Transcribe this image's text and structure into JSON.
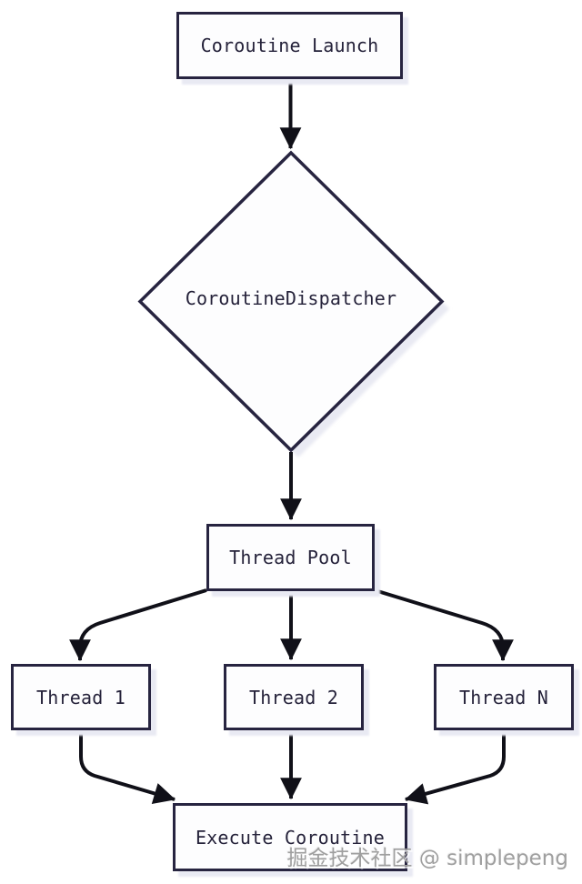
{
  "diagram": {
    "type": "flowchart",
    "nodes": {
      "coroutine_launch": {
        "label": "Coroutine Launch",
        "shape": "rectangle"
      },
      "coroutine_dispatcher": {
        "label": "CoroutineDispatcher",
        "shape": "diamond"
      },
      "thread_pool": {
        "label": "Thread Pool",
        "shape": "rectangle"
      },
      "thread_1": {
        "label": "Thread 1",
        "shape": "rectangle"
      },
      "thread_2": {
        "label": "Thread 2",
        "shape": "rectangle"
      },
      "thread_n": {
        "label": "Thread N",
        "shape": "rectangle"
      },
      "execute_coroutine": {
        "label": "Execute Coroutine",
        "shape": "rectangle"
      }
    },
    "edges": [
      {
        "from": "coroutine_launch",
        "to": "coroutine_dispatcher"
      },
      {
        "from": "coroutine_dispatcher",
        "to": "thread_pool"
      },
      {
        "from": "thread_pool",
        "to": "thread_1"
      },
      {
        "from": "thread_pool",
        "to": "thread_2"
      },
      {
        "from": "thread_pool",
        "to": "thread_n"
      },
      {
        "from": "thread_1",
        "to": "execute_coroutine"
      },
      {
        "from": "thread_2",
        "to": "execute_coroutine"
      },
      {
        "from": "thread_n",
        "to": "execute_coroutine"
      }
    ],
    "colors": {
      "background": "#ffffff",
      "node_fill": "#fdfdfe",
      "node_border": "#272440",
      "connector": "#101018",
      "shadow": "#e9eaf3",
      "watermark_text": "#9f9f9f"
    }
  },
  "watermark": {
    "text": "掘金技术社区 @ simplepeng"
  }
}
